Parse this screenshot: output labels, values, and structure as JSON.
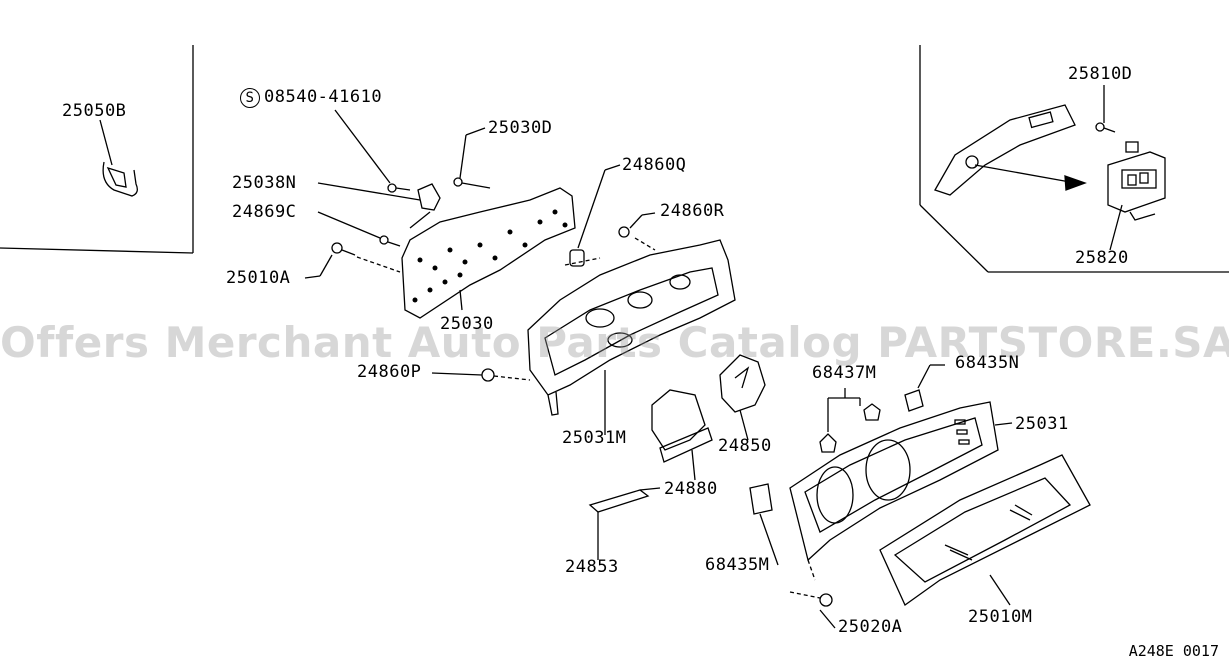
{
  "watermark": "Offers Merchant Auto Parts Catalog PARTSTORE.SA",
  "diagram_code": "A248E 0017",
  "labels": {
    "p25050B": "25050B",
    "s_symbol": "S",
    "p08540": "08540-41610",
    "p25030D": "25030D",
    "p25038N": "25038N",
    "p24869C": "24869C",
    "p25010A": "25010A",
    "p25030": "25030",
    "p24860Q": "24860Q",
    "p24860R": "24860R",
    "p24860P": "24860P",
    "p25031M": "25031M",
    "p24850": "24850",
    "p24880": "24880",
    "p24853": "24853",
    "p68437M": "68437M",
    "p68435N": "68435N",
    "p25031": "25031",
    "p68435M": "68435M",
    "p25020A": "25020A",
    "p25010M": "25010M",
    "p25810D": "25810D",
    "p25820": "25820"
  }
}
